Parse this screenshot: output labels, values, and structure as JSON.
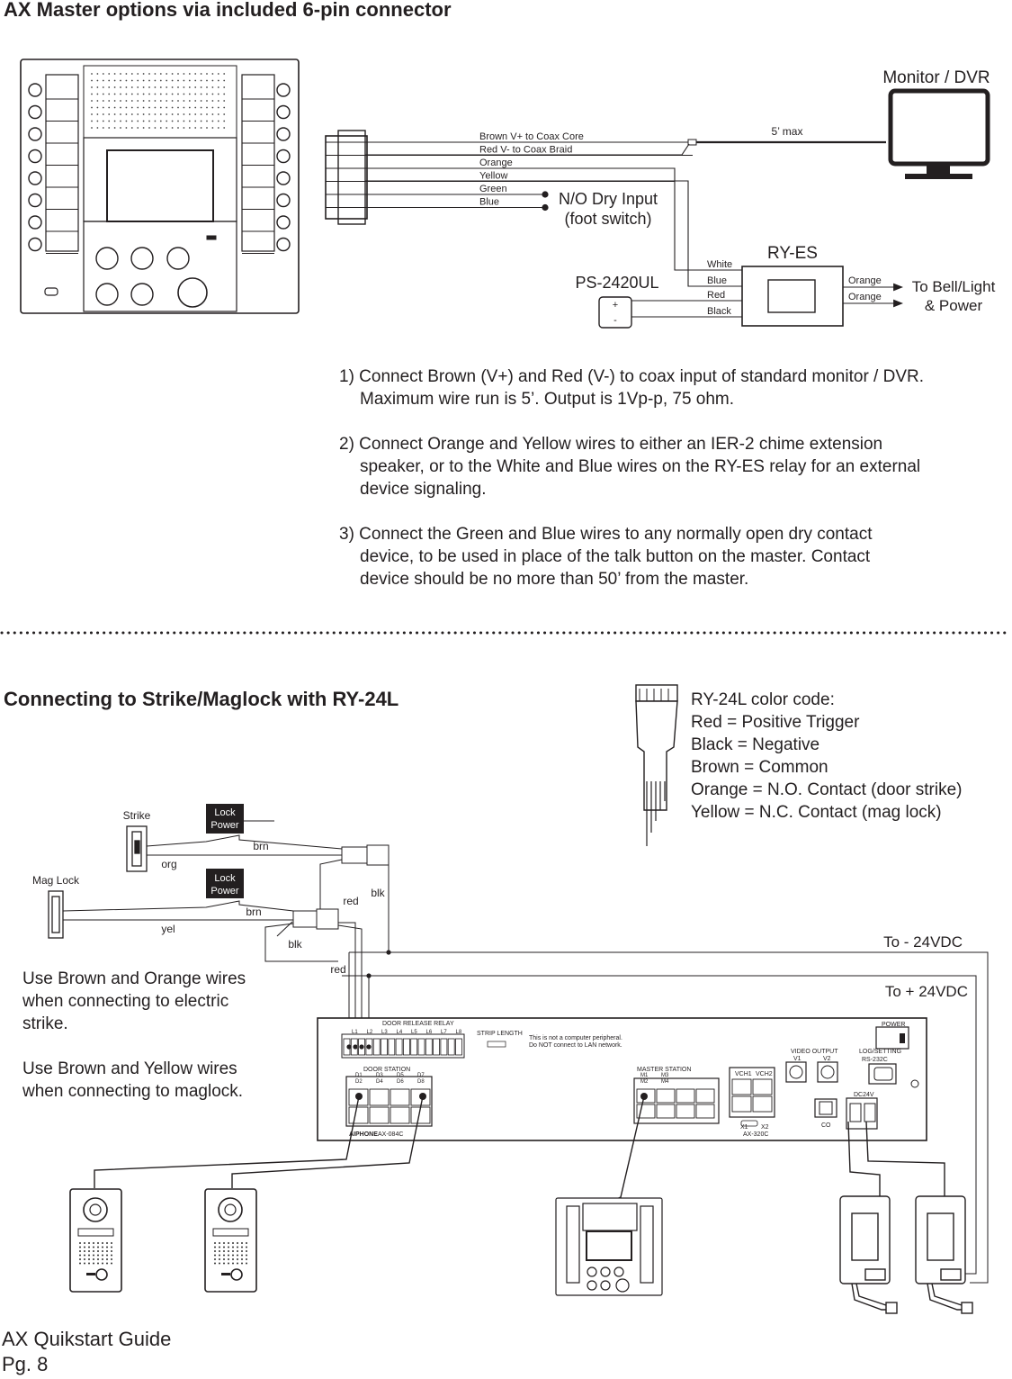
{
  "section1": {
    "title": "AX Master options via included 6-pin connector",
    "monitor_label": "Monitor / DVR",
    "distance_label": "5’ max",
    "wires": [
      "Brown V+ to Coax Core",
      "Red V- to Coax Braid",
      "Orange",
      "Yellow",
      "Green",
      "Blue"
    ],
    "dry_input_label_1": "N/O Dry Input",
    "dry_input_label_2": "(foot switch)",
    "relay_label": "RY-ES",
    "relay_inputs": [
      "White",
      "Blue",
      "Red",
      "Black"
    ],
    "relay_outputs": [
      "Orange",
      "Orange"
    ],
    "output_label_1": "To Bell/Light",
    "output_label_2": "& Power",
    "psu_label": "PS-2420UL",
    "psu_plus": "+",
    "psu_minus": "-",
    "instructions": [
      {
        "line1": "1) Connect Brown (V+) and Red (V-) to coax input of standard monitor / DVR.",
        "line2": "Maximum wire run is 5’.  Output is 1Vp-p, 75 ohm.",
        "line3": ""
      },
      {
        "line1": "2) Connect Orange and Yellow wires to either an IER-2 chime extension",
        "line2": "speaker, or to the White and Blue wires on the RY-ES relay for an external",
        "line3": "device signaling."
      },
      {
        "line1": "3) Connect the Green and Blue wires to any normally open dry contact",
        "line2": "device, to be used in place of the talk button on the master.  Contact",
        "line3": "device should be no more than 50’ from the master."
      }
    ]
  },
  "section2": {
    "title": "Connecting to Strike/Maglock with RY-24L",
    "color_code": [
      "RY-24L color code:",
      "Red = Positive Trigger",
      "Black = Negative",
      "Brown = Common",
      "Orange = N.O. Contact (door strike)",
      "Yellow = N.C. Contact (mag lock)"
    ],
    "strike_label": "Strike",
    "maglock_label": "Mag Lock",
    "lock_power_1": "Lock",
    "lock_power_2": "Power",
    "wire_brn": "brn",
    "wire_org": "org",
    "wire_yel": "yel",
    "wire_red": "red",
    "wire_blk": "blk",
    "neg_supply": "To - 24VDC",
    "pos_supply": "To + 24VDC",
    "notes": [
      "Use Brown and Orange wires",
      "when connecting to electric",
      "strike.",
      "",
      "Use Brown and Yellow wires",
      "when connecting to maglock."
    ],
    "panel": {
      "relay_title": "DOOR RELEASE RELAY",
      "relay_terms": [
        "L1",
        "L2",
        "L3",
        "L4",
        "L5",
        "L6",
        "L7",
        "L8"
      ],
      "strip_length": "STRIP LENGTH",
      "warning_1": "This is not a computer peripheral.",
      "warning_2": "Do NOT connect to LAN network.",
      "power": "POWER",
      "door_station": "DOOR STATION",
      "master_station": "MASTER STATION",
      "video_output": "VIDEO OUTPUT",
      "vch1": "VCH1",
      "vch2": "VCH2",
      "v1": "V1",
      "v2": "V2",
      "log": "LOG/SETTING",
      "rs232": "RS-232C",
      "co": "CO",
      "dc24v": "DC24V",
      "brand": "AIPHONE",
      "model": "AX-084C",
      "x1": "X1",
      "x2": "X2",
      "ax320": "AX-320C",
      "d_labels": [
        "D1",
        "D2",
        "D3",
        "D4",
        "D5",
        "D6",
        "D7",
        "D8"
      ],
      "m_labels": [
        "M1",
        "M2",
        "M3",
        "M4"
      ]
    }
  },
  "footer": {
    "line1": "AX Quikstart Guide",
    "line2": "Pg. 8"
  }
}
